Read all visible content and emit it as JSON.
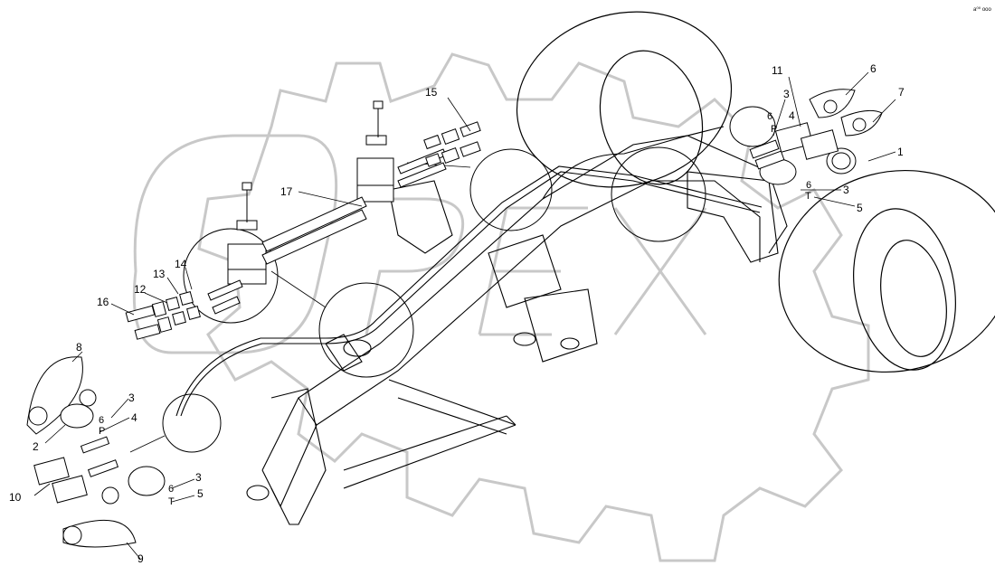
{
  "colors": {
    "line": "#000000",
    "watermark": "#c8c8c8",
    "background": "#ffffff"
  },
  "corner_mark": "a⁰⁰ ooo",
  "callouts": [
    "15",
    "17",
    "11",
    "6",
    "7",
    "3",
    "6",
    "P",
    "4",
    "1",
    "6",
    "3",
    "T",
    "5",
    "14",
    "13",
    "12",
    "16",
    "8",
    "3",
    "6",
    "P",
    "4",
    "2",
    "10",
    "3",
    "6",
    "T",
    "5",
    "9"
  ]
}
